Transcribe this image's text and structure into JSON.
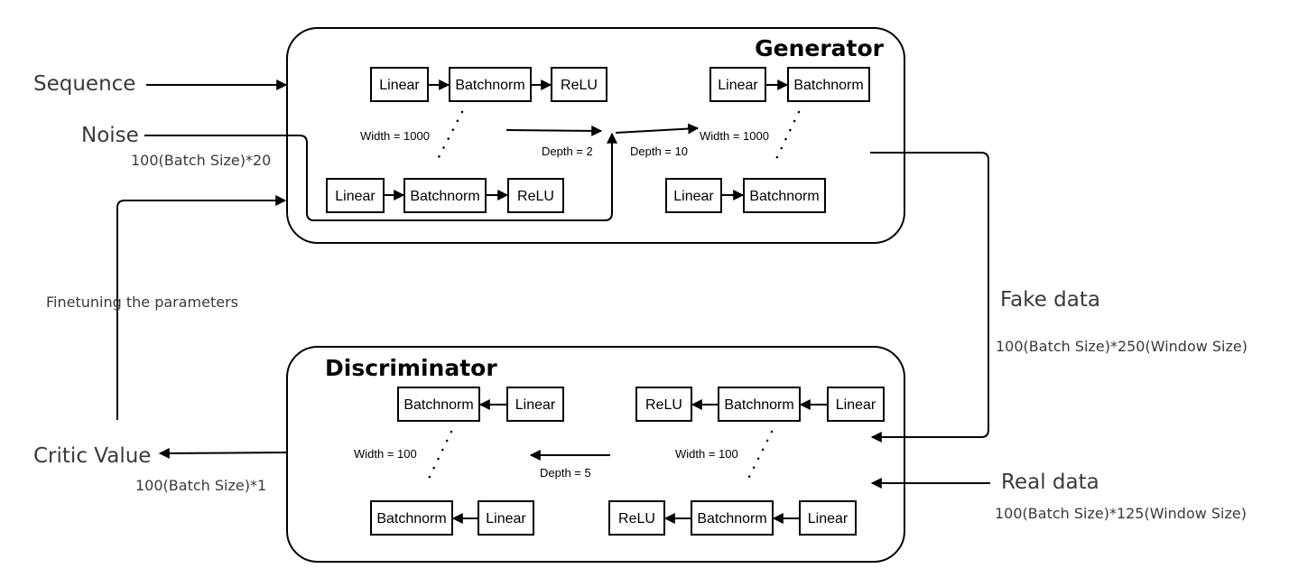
{
  "generator": {
    "title": "Generator",
    "layer_top_left": [
      "Linear",
      "Batchnorm",
      "ReLU"
    ],
    "layer_bottom_left": [
      "Linear",
      "Batchnorm",
      "ReLU"
    ],
    "layer_top_right": [
      "Linear",
      "Batchnorm"
    ],
    "layer_bottom_right": [
      "Linear",
      "Batchnorm"
    ],
    "width_left": "Width = 1000",
    "width_right": "Width = 1000",
    "depth_left": "Depth = 2",
    "depth_right": "Depth = 10"
  },
  "discriminator": {
    "title": "Discriminator",
    "layer_top_left": [
      "Batchnorm",
      "Linear"
    ],
    "layer_bottom_left": [
      "Batchnorm",
      "Linear"
    ],
    "layer_top_right": [
      "ReLU",
      "Batchnorm",
      "Linear"
    ],
    "layer_bottom_right": [
      "ReLU",
      "Batchnorm",
      "Linear"
    ],
    "width_left": "Width = 100",
    "width_right": "Width = 100",
    "depth": "Depth = 5"
  },
  "inputs": {
    "sequence": "Sequence",
    "noise": "Noise",
    "noise_size": "100(Batch Size)*20"
  },
  "flows": {
    "finetuning": "Finetuning the parameters",
    "fake_data": "Fake data",
    "fake_data_size": "100(Batch Size)*250(Window Size)",
    "real_data": "Real data",
    "real_data_size": "100(Batch Size)*125(Window Size)",
    "critic_value": "Critic Value",
    "critic_size": "100(Batch Size)*1"
  }
}
